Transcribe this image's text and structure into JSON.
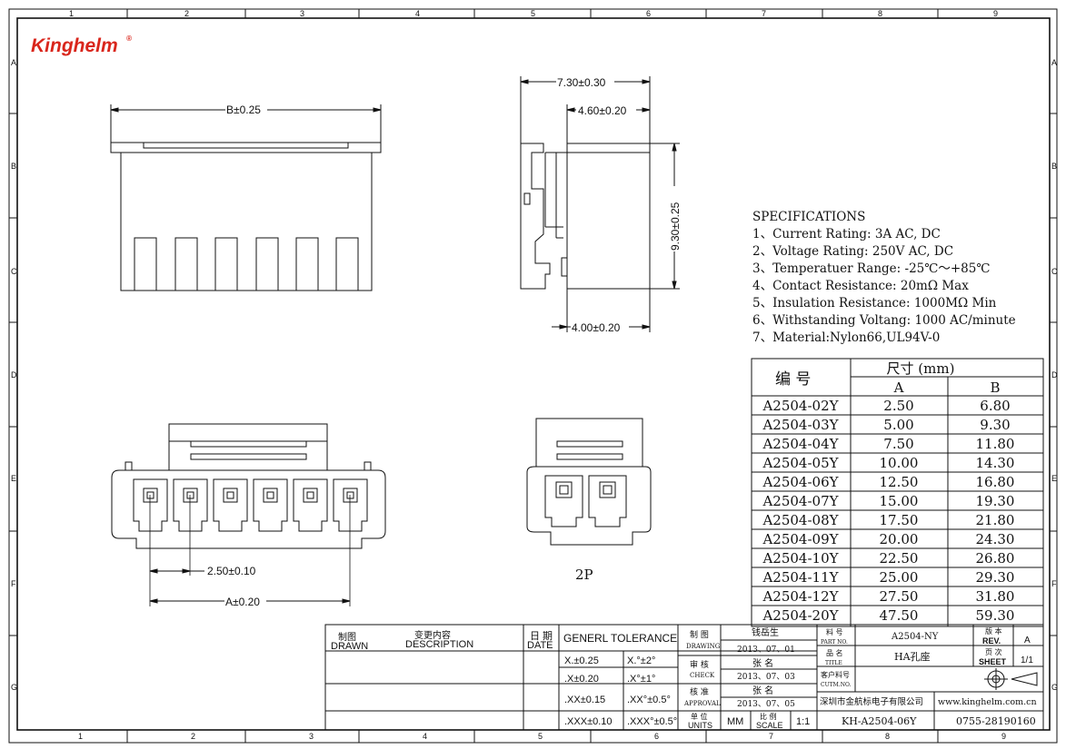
{
  "brand": {
    "name": "Kinghelm",
    "mark": "®"
  },
  "border": {
    "top_cols": [
      "1",
      "2",
      "3",
      "4",
      "5",
      "6",
      "7",
      "8",
      "9"
    ],
    "bottom_cols": [
      "1",
      "2",
      "3",
      "4",
      "5",
      "6",
      "7",
      "8",
      "9"
    ],
    "rows": [
      "A",
      "B",
      "C",
      "D",
      "E",
      "F",
      "G"
    ]
  },
  "dims": {
    "top_view_width": "B±0.25",
    "side_total": "7.30±0.30",
    "side_inner": "4.60±0.20",
    "side_height": "9.30±0.25",
    "side_bottom": "4.00±0.20",
    "pitch": "2.50±0.10",
    "span": "A±0.20",
    "two_pin": "2P"
  },
  "specs": {
    "title": "SPECIFICATIONS",
    "items": [
      "1、Current Rating: 3A AC, DC",
      "2、Voltage Rating: 250V AC, DC",
      "3、Temperatuer Range: -25℃～+85℃",
      "4、Contact Resistance: 20mΩ  Max",
      "5、Insulation Resistance: 1000MΩ  Min",
      "6、Withstanding Voltang: 1000 AC/minute",
      "7、Material:Nylon66,UL94V-0"
    ]
  },
  "size_table": {
    "col_part": "编  号",
    "col_size": "尺寸 (mm)",
    "col_a": "A",
    "col_b": "B",
    "rows": [
      {
        "part": "A2504-02Y",
        "a": "2.50",
        "b": "6.80"
      },
      {
        "part": "A2504-03Y",
        "a": "5.00",
        "b": "9.30"
      },
      {
        "part": "A2504-04Y",
        "a": "7.50",
        "b": "11.80"
      },
      {
        "part": "A2504-05Y",
        "a": "10.00",
        "b": "14.30"
      },
      {
        "part": "A2504-06Y",
        "a": "12.50",
        "b": "16.80"
      },
      {
        "part": "A2504-07Y",
        "a": "15.00",
        "b": "19.30"
      },
      {
        "part": "A2504-08Y",
        "a": "17.50",
        "b": "21.80"
      },
      {
        "part": "A2504-09Y",
        "a": "20.00",
        "b": "24.30"
      },
      {
        "part": "A2504-10Y",
        "a": "22.50",
        "b": "26.80"
      },
      {
        "part": "A2504-11Y",
        "a": "25.00",
        "b": "29.30"
      },
      {
        "part": "A2504-12Y",
        "a": "27.50",
        "b": "31.80"
      },
      {
        "part": "A2504-20Y",
        "a": "47.50",
        "b": "59.30"
      }
    ]
  },
  "title_block": {
    "drawn_cn": "制图",
    "drawn_en": "DRAWN",
    "desc_cn": "变更内容",
    "desc_en": "DESCRIPTION",
    "date_cn": "日 期",
    "date_en": "DATE",
    "tolerance": "GENERL  TOLERANCE",
    "tol": [
      {
        "l": "X.±0.25",
        "r": "X.°±2°"
      },
      {
        "l": ".X±0.20",
        "r": ".X°±1°"
      },
      {
        "l": ".XX±0.15",
        "r": ".XX°±0.5°"
      },
      {
        "l": ".XXX±0.10",
        "r": ".XXX°±0.5°"
      }
    ],
    "drawing_cn": "制  图",
    "drawing_en": "DRAWING",
    "drawing_name": "钱岳生",
    "drawing_date": "2013、07、01",
    "check_cn": "审  核",
    "check_en": "CHECK",
    "check_name": "张  名",
    "check_date": "2013、07、03",
    "approval_cn": "核  准",
    "approval_en": "APPROVAL",
    "approval_name": "张  名",
    "approval_date": "2013、07、05",
    "units_cn": "单 位",
    "units_en": "UNITS",
    "units_val": "MM",
    "scale_cn": "比 例",
    "scale_en": "SCALE",
    "scale_val": "1:1",
    "partno_cn": "料  号",
    "partno_en": "PART NO.",
    "partno_val": "A2504-NY",
    "title_cn": "品  名",
    "title_en": "TITLE",
    "title_val": "HA孔座",
    "cutm_cn": "客户料号",
    "cutm_en": "CUTM.NO.",
    "company": "深圳市金航标电子有限公司",
    "website": "www.kinghelm.com.cn",
    "drawing_no": "KH-A2504-06Y",
    "phone": "0755-28190160",
    "rev_cn": "版 本",
    "rev_en": "REV.",
    "rev_val": "A",
    "sheet_cn": "页 次",
    "sheet_en": "SHEET",
    "sheet_val": "1/1"
  }
}
